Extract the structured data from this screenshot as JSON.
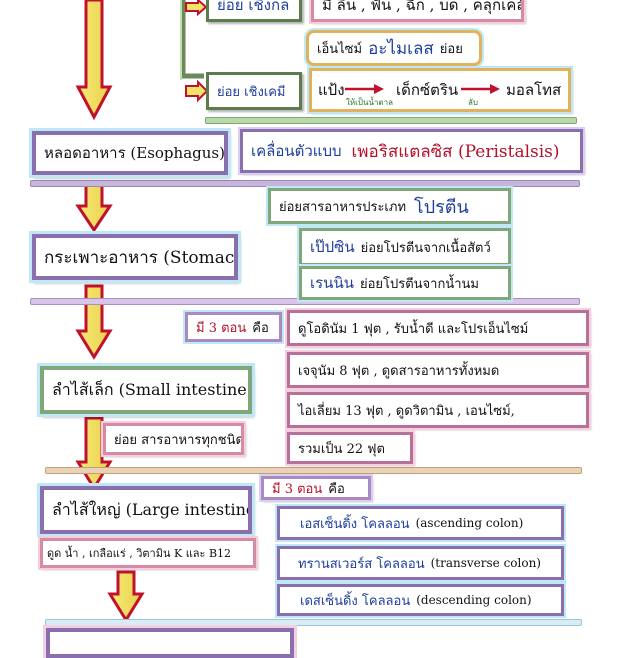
{
  "top": {
    "mech_digest": "ย่อย เชิงกล",
    "teeth_text": "มี ลิ้น , ฟัน , ฉีก , บด , คลุกเคล้า",
    "enzyme_prefix": "เอ็นไซม์",
    "enzyme_name": "อะไมเลส",
    "enzyme_suffix": "ย่อย",
    "chem_digest": "ย่อย เชิงเคมี",
    "starch": "แป้ง",
    "dextrin": "เด็กซ์ตริน",
    "maltose": "มอลโทส",
    "note_sugar": "ให้เป็นน้ำตาล",
    "note_taste": "ลับ"
  },
  "esophagus": {
    "label": "หลอดอาหาร (Esophagus)",
    "motion_prefix": "เคลื่อนตัวแบบ",
    "motion_name": "เพอริสแตลซิส (Peristalsis)"
  },
  "stomach": {
    "label": "กระเพาะอาหาร (Stomach)",
    "digest_prefix": "ย่อยสารอาหารประเภท",
    "digest_type": "โปรตีน",
    "pepsin_name": "เป๊ปซิน",
    "pepsin_desc": "ย่อยโปรตีนจากเนื้อสัตว์",
    "rennin_name": "เรนนิน",
    "rennin_desc": "ย่อยโปรตีนจากน้ำนม"
  },
  "small_intestine": {
    "label": "ลำไส้เล็ก (Small intestine)",
    "sections_prefix": "มี 3 ตอน",
    "sections_suffix": "คือ",
    "digest_all": "ย่อย  สารอาหารทุกชนิด",
    "duodenum": "ดูโอดินัม      1   ฟุต ,  รับน้ำดี และโปรเอ็นไซม์",
    "jejunum": "เจจุนัม      8   ฟุต ,  ดูดสารอาหารทั้งหมด",
    "ileum": "ไอเลี่ยม     13  ฟุต ,  ดูดวิตามิน , เอนไซม์,",
    "total": "รวมเป็น   22   ฟุต"
  },
  "large_intestine": {
    "label": "ลำไส้ใหญ่ (Large intestine)",
    "sections_prefix": "มี 3 ตอน",
    "sections_suffix": "คือ",
    "absorb": "ดูด  น้ำ , เกลือแร่ , วิตามิน K   และ   B12",
    "ascending_th": "เอสเซ็นดิ้ง โคลลอน",
    "ascending_en": "(ascending colon)",
    "transverse_th": "ทรานสเวอร์ส โคลลอน",
    "transverse_en": "(transverse colon)",
    "descending_th": "เดสเซ็นดิ้ง โคลลอน",
    "descending_en": "(descending colon)"
  }
}
